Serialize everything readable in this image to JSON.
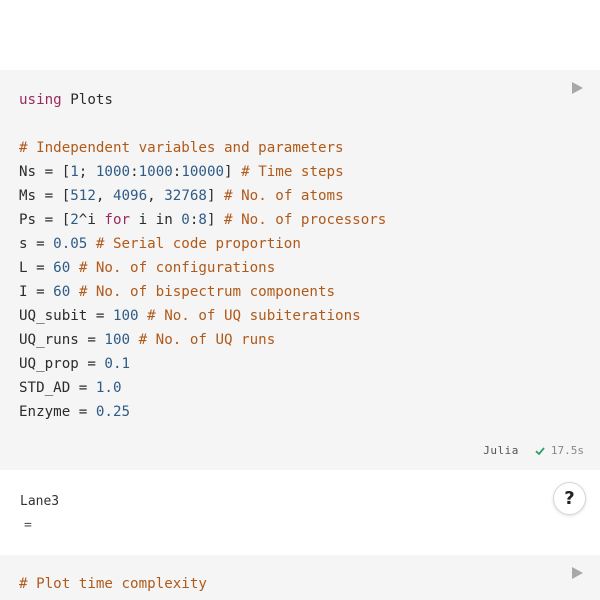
{
  "cell1": {
    "lines": [
      [
        {
          "t": "using",
          "c": "kw"
        },
        {
          "t": " Plots",
          "c": "pl"
        }
      ],
      [],
      [
        {
          "t": "# Independent variables and parameters",
          "c": "cm"
        }
      ],
      [
        {
          "t": "Ns = [",
          "c": "pl"
        },
        {
          "t": "1",
          "c": "num"
        },
        {
          "t": "; ",
          "c": "pl"
        },
        {
          "t": "1000",
          "c": "num"
        },
        {
          "t": ":",
          "c": "pl"
        },
        {
          "t": "1000",
          "c": "num"
        },
        {
          "t": ":",
          "c": "pl"
        },
        {
          "t": "10000",
          "c": "num"
        },
        {
          "t": "] ",
          "c": "pl"
        },
        {
          "t": "# Time steps",
          "c": "cm"
        }
      ],
      [
        {
          "t": "Ms = [",
          "c": "pl"
        },
        {
          "t": "512",
          "c": "num"
        },
        {
          "t": ", ",
          "c": "pl"
        },
        {
          "t": "4096",
          "c": "num"
        },
        {
          "t": ", ",
          "c": "pl"
        },
        {
          "t": "32768",
          "c": "num"
        },
        {
          "t": "] ",
          "c": "pl"
        },
        {
          "t": "# No. of atoms",
          "c": "cm"
        }
      ],
      [
        {
          "t": "Ps = [",
          "c": "pl"
        },
        {
          "t": "2",
          "c": "num"
        },
        {
          "t": "^i ",
          "c": "pl"
        },
        {
          "t": "for",
          "c": "kw"
        },
        {
          "t": " i in ",
          "c": "pl"
        },
        {
          "t": "0",
          "c": "num"
        },
        {
          "t": ":",
          "c": "pl"
        },
        {
          "t": "8",
          "c": "num"
        },
        {
          "t": "] ",
          "c": "pl"
        },
        {
          "t": "# No. of processors",
          "c": "cm"
        }
      ],
      [
        {
          "t": "s = ",
          "c": "pl"
        },
        {
          "t": "0.05",
          "c": "num"
        },
        {
          "t": " ",
          "c": "pl"
        },
        {
          "t": "# Serial code proportion",
          "c": "cm"
        }
      ],
      [
        {
          "t": "L = ",
          "c": "pl"
        },
        {
          "t": "60",
          "c": "num"
        },
        {
          "t": " ",
          "c": "pl"
        },
        {
          "t": "# No. of configurations",
          "c": "cm"
        }
      ],
      [
        {
          "t": "I = ",
          "c": "pl"
        },
        {
          "t": "60",
          "c": "num"
        },
        {
          "t": " ",
          "c": "pl"
        },
        {
          "t": "# No. of bispectrum components",
          "c": "cm"
        }
      ],
      [
        {
          "t": "UQ_subit = ",
          "c": "pl"
        },
        {
          "t": "100",
          "c": "num"
        },
        {
          "t": " ",
          "c": "pl"
        },
        {
          "t": "# No. of UQ subiterations",
          "c": "cm"
        }
      ],
      [
        {
          "t": "UQ_runs = ",
          "c": "pl"
        },
        {
          "t": "100",
          "c": "num"
        },
        {
          "t": " ",
          "c": "pl"
        },
        {
          "t": "# No. of UQ runs",
          "c": "cm"
        }
      ],
      [
        {
          "t": "UQ_prop = ",
          "c": "pl"
        },
        {
          "t": "0.1",
          "c": "num"
        }
      ],
      [
        {
          "t": "STD_AD = ",
          "c": "pl"
        },
        {
          "t": "1.0",
          "c": "num"
        }
      ],
      [
        {
          "t": "Enzyme = ",
          "c": "pl"
        },
        {
          "t": "0.25",
          "c": "num"
        }
      ]
    ],
    "language": "Julia",
    "runtime": "17.5s"
  },
  "output": {
    "name": "Lane3",
    "eq": "=",
    "help": "?"
  },
  "cell2": {
    "lines": [
      [
        {
          "t": "# Plot time complexity",
          "c": "cm"
        }
      ]
    ]
  },
  "colors": {
    "keyword": "#9a2a5c",
    "comment": "#b05a1a",
    "number": "#2f5b85",
    "check": "#2e9e6b"
  }
}
